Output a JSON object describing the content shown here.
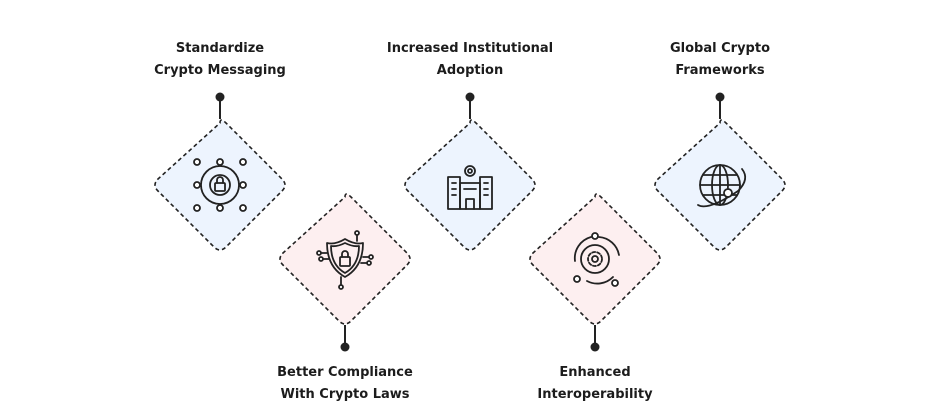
{
  "colors": {
    "blue_fill": "#edf4fe",
    "pink_fill": "#fdeff0",
    "stroke": "#222222"
  },
  "steps": [
    {
      "line1": "Standardize",
      "line2": "Crypto Messaging",
      "icon": "network-lock-icon",
      "position": "top"
    },
    {
      "line1": "Better Compliance",
      "line2": "With Crypto Laws",
      "icon": "shield-lock-icon",
      "position": "bottom"
    },
    {
      "line1": "Increased Institutional",
      "line2": "Adoption",
      "icon": "institution-building-icon",
      "position": "top"
    },
    {
      "line1": "Enhanced",
      "line2": "Interoperability",
      "icon": "gear-cycle-icon",
      "position": "bottom"
    },
    {
      "line1": "Global Crypto",
      "line2": "Frameworks",
      "icon": "globe-orbit-icon",
      "position": "top"
    }
  ]
}
